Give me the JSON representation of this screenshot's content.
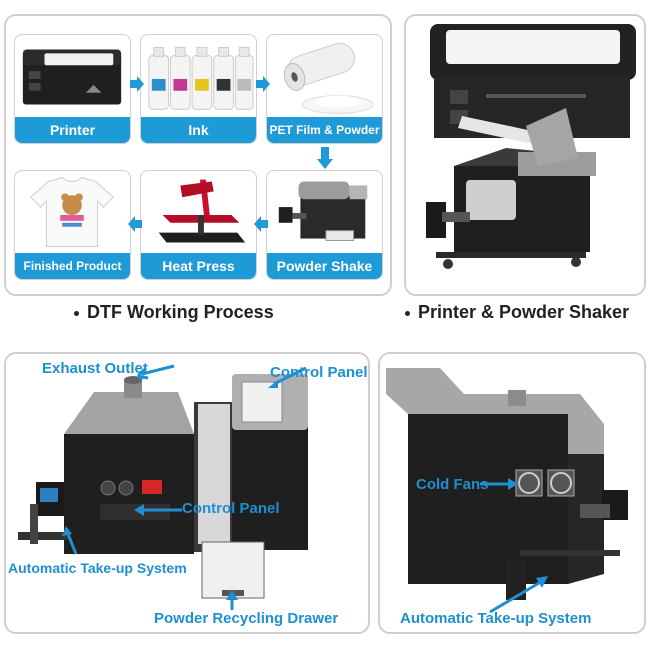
{
  "process_panel": {
    "steps": [
      {
        "label": "Printer"
      },
      {
        "label": "Ink"
      },
      {
        "label": "PET Film & Powder"
      },
      {
        "label": "Finished Product"
      },
      {
        "label": "Heat Press"
      },
      {
        "label": "Powder Shake"
      }
    ],
    "caption": "DTF Working Process"
  },
  "printer_panel": {
    "caption": "Printer & Powder Shaker"
  },
  "shaker_front_panel": {
    "callouts": {
      "exhaust_outlet": "Exhaust Outlet",
      "control_panel_top": "Control Panel",
      "control_panel_front": "Control Panel",
      "take_up": "Automatic Take-up System",
      "drawer": "Powder Recycling Drawer"
    }
  },
  "shaker_back_panel": {
    "callouts": {
      "cold_fans": "Cold Fans",
      "take_up": "Automatic Take-up System"
    }
  },
  "colors": {
    "accent": "#1e9ad6",
    "border": "#cfcfcf",
    "machine_dark": "#2a2a2a",
    "machine_grey": "#9a9a9a"
  }
}
